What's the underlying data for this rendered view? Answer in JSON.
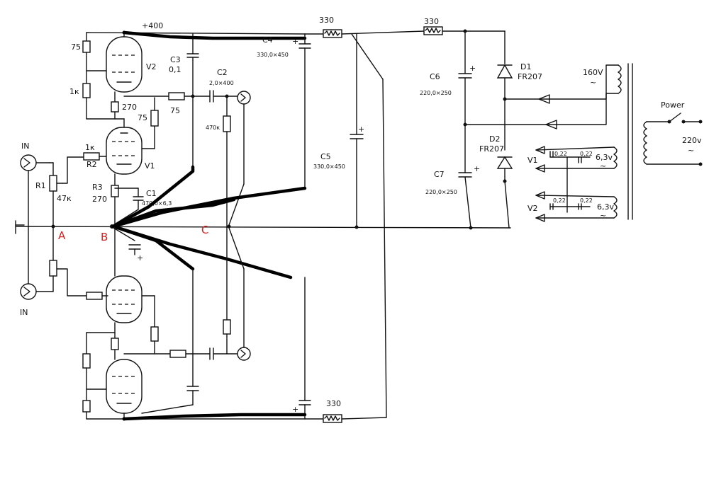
{
  "labels": {
    "in_top": "IN",
    "in_bottom": "IN",
    "r1": "R1",
    "r1_val": "47к",
    "r2_val": "1к",
    "r2": "R2",
    "r3": "R3",
    "r3_val": "270",
    "c1": "C1",
    "c1_val": "470,0×6,3",
    "v1": "V1",
    "v2": "V2",
    "r_75_top": "75",
    "r_1k_upper": "1к",
    "r_270_mid": "270",
    "r_75_mid": "75",
    "r_75_out": "75",
    "c3": "C3",
    "c3_val": "0,1",
    "c2": "C2",
    "c2_val": "2,0×400",
    "r_470k": "470к",
    "plus400": "+400",
    "c4": "C4",
    "c4_val": "330,0×450",
    "c5": "C5",
    "c5_val": "330,0×450",
    "r330_top1": "330",
    "r330_top2": "330",
    "r330_bottom": "330",
    "c6": "C6",
    "c6_val": "220,0×250",
    "c7": "C7",
    "c7_val": "220,0×250",
    "d1": "D1",
    "d1_val": "FR207",
    "d2": "D2",
    "d2_val": "FR207",
    "sec_hv": "160V",
    "sec_tilde": "~",
    "heater_v1": "V1",
    "heater_v2": "V2",
    "cap_022_a": "0,22",
    "cap_022_b": "0,22",
    "cap_022_c": "0,22",
    "cap_022_d": "0,22",
    "h_63_v1": "6,3v",
    "h_63_v2": "6,3v",
    "h_tilde_v1": "~",
    "h_tilde_v2": "~",
    "power": "Power",
    "mains": "220v",
    "mains_tilde": "~",
    "point_a": "A",
    "point_b": "B",
    "point_c": "C"
  },
  "colors": {
    "ink": "#111111",
    "point_marker": "#d42020"
  }
}
